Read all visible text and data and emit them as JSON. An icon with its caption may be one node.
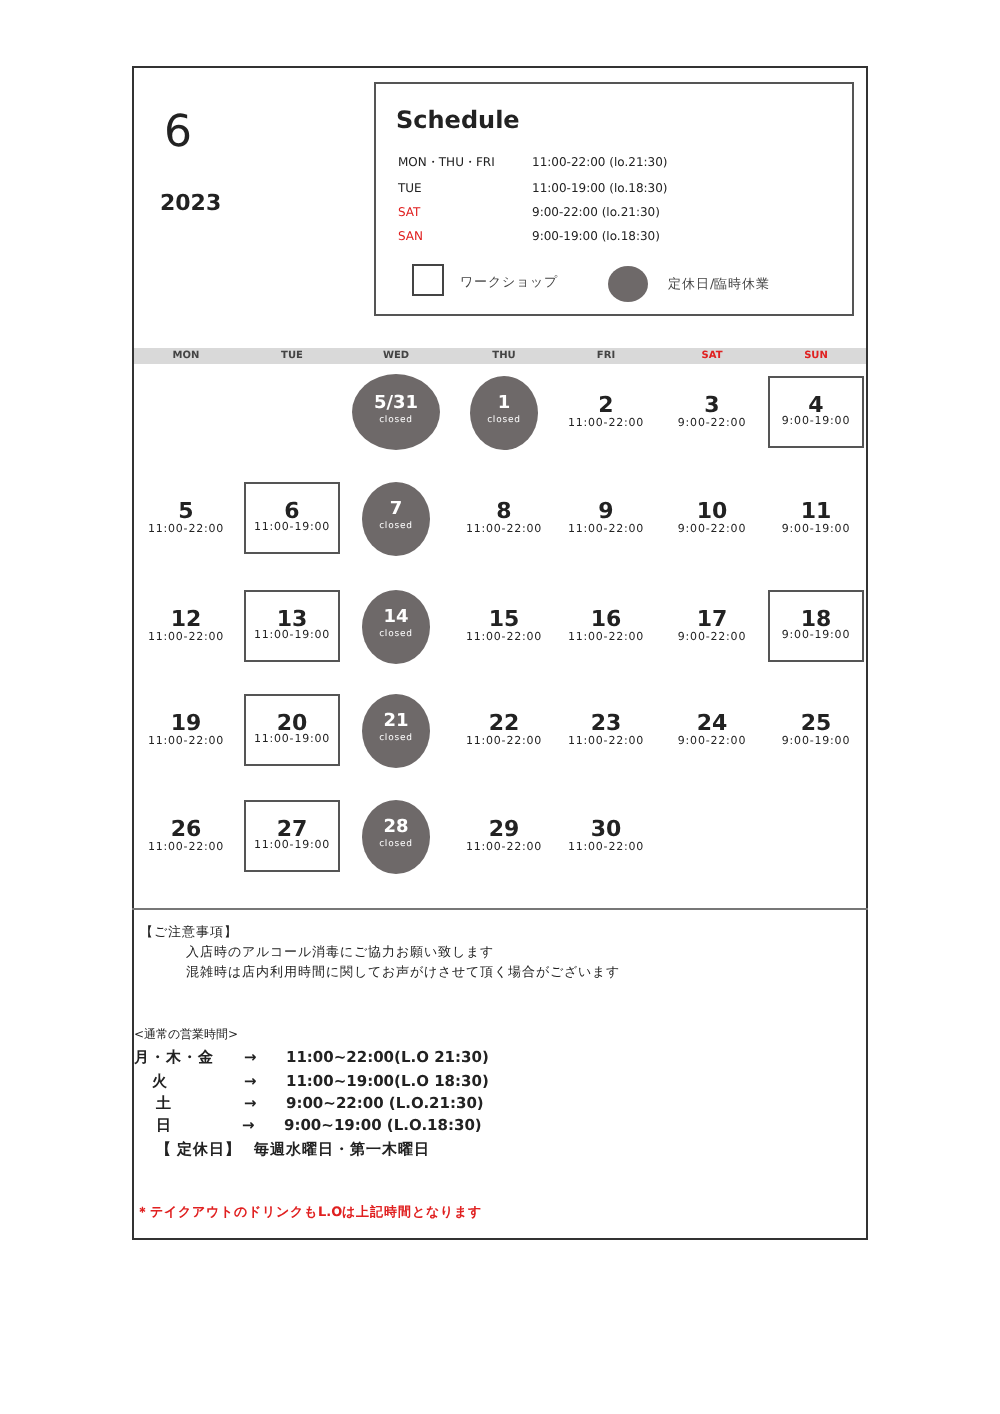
{
  "diagram": {
    "nodes": [
      {
        "text": [
          "Schedule"
        ]
      },
      {
        "text": [
          "5/31",
          "closed"
        ]
      },
      {
        "text": [
          "1",
          "closed"
        ]
      },
      {
        "text": [
          "4",
          "9:00-19:00"
        ]
      },
      {
        "text": [
          "6",
          "11:00-19:00"
        ]
      },
      {
        "text": [
          "7",
          "closed"
        ]
      },
      {
        "text": [
          "13",
          "11:00-19:00"
        ]
      },
      {
        "text": [
          "14",
          "closed"
        ]
      },
      {
        "text": [
          "18",
          "9:00-19:00"
        ]
      },
      {
        "text": [
          "20",
          "11:00-19:00"
        ]
      },
      {
        "text": [
          "21",
          "closed"
        ]
      },
      {
        "text": [
          "27",
          "11:00-19:00"
        ]
      },
      {
        "text": [
          "28",
          "closed"
        ]
      }
    ],
    "labels": [
      "6",
      "2023",
      "MON・THU・FRI",
      "11:00-22:00 (lo.21:30)",
      "TUE",
      "11:00-19:00 (lo.18:30)",
      "SAT",
      "9:00-22:00 (lo.21:30)",
      "SAN",
      "9:00-19:00 (lo.18:30)",
      "MON",
      "TUE",
      "WED",
      "THU",
      "FRI",
      "SAT",
      "SUN",
      "2",
      "11:00-22:00",
      "3",
      "9:00-22:00",
      "5",
      "11:00-22:00",
      "8",
      "11:00-22:00",
      "9",
      "11:00-22:00",
      "10",
      "9:00-22:00",
      "11",
      "9:00-19:00",
      "12",
      "11:00-22:00",
      "15",
      "11:00-22:00",
      "16",
      "11:00-22:00",
      "17",
      "9:00-22:00",
      "19",
      "11:00-22:00",
      "22",
      "11:00-22:00",
      "23",
      "11:00-22:00",
      "24",
      "9:00-22:00",
      "25",
      "9:00-19:00",
      "26",
      "11:00-22:00",
      "29",
      "11:00-22:00",
      "30",
      "11:00-22:00",
      "【ご注意事項】",
      "入店時のアルコール消毒にご協力お願い致します",
      "混雑時は店内利用時間に関してお声がけさせて頂く場合がございます",
      "<通常の営業時間>",
      "月・木・金",
      "→",
      "11:00~22:00(L.O 21:30)",
      "火",
      "→",
      "11:00~19:00(L.O 18:30)",
      "土",
      "→",
      "9:00~22:00 (L.O.21:30)",
      "日",
      "→",
      "9:00~19:00 (L.O.18:30)",
      "【 定休日】",
      "毎週水曜日・第一木曜日",
      "＊テイクアウトのドリンクもL.Oは上記時間となります"
    ],
    "legend": [
      {
        "text": "ワークショップ"
      },
      {
        "text": "定休日/臨時休業",
        "color": "#6e6969"
      }
    ]
  }
}
